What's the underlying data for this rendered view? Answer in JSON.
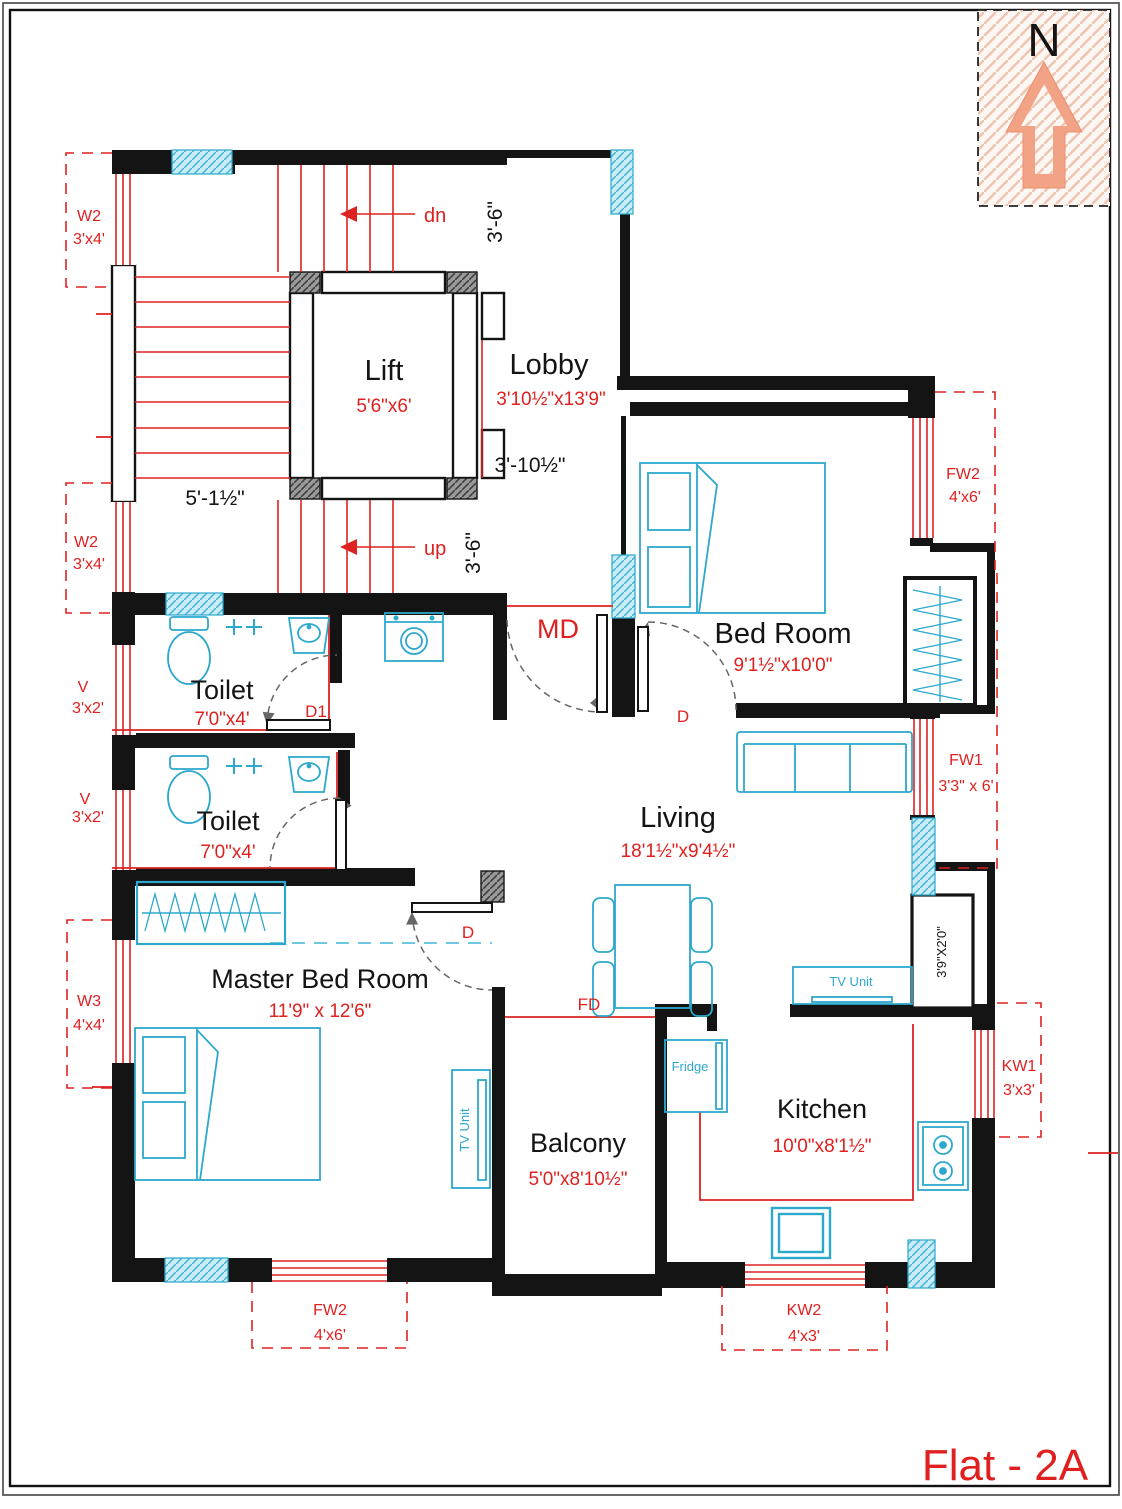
{
  "title": {
    "flat_label": "Flat - 2A"
  },
  "north": {
    "label": "N"
  },
  "rooms": {
    "lift": {
      "name": "Lift",
      "dims": "5'6\"x6'"
    },
    "lobby": {
      "name": "Lobby",
      "dims": "3'10½\"x13'9\""
    },
    "bedroom": {
      "name": "Bed Room",
      "dims": "9'1½\"x10'0\""
    },
    "toilet1": {
      "name": "Toilet",
      "dims": "7'0\"x4'"
    },
    "toilet2": {
      "name": "Toilet",
      "dims": "7'0\"x4'"
    },
    "living": {
      "name": "Living",
      "dims": "18'1½\"x9'4½\""
    },
    "master_bedroom": {
      "name": "Master Bed Room",
      "dims": "11'9\" x 12'6\""
    },
    "balcony": {
      "name": "Balcony",
      "dims": "5'0\"x8'10½\""
    },
    "kitchen": {
      "name": "Kitchen",
      "dims": "10'0\"x8'1½\""
    }
  },
  "stairs": {
    "down_label": "dn",
    "up_label": "up",
    "width_dim": "5'-1½\"",
    "landing_top_dim": "3'-6\"",
    "landing_bottom_dim": "3'-6\"",
    "lobby_clear_dim": "3'-10½\""
  },
  "doors": {
    "main": "MD",
    "bedroom": "D",
    "master_bedroom": "D",
    "toilet1": "D1",
    "balcony_french": "FD"
  },
  "windows": {
    "w2_top": {
      "code": "W2",
      "size": "3'x4'"
    },
    "w2_mid": {
      "code": "W2",
      "size": "3'x4'"
    },
    "v1": {
      "code": "V",
      "size": "3'x2'"
    },
    "v2": {
      "code": "V",
      "size": "3'x2'"
    },
    "w3": {
      "code": "W3",
      "size": "4'x4'"
    },
    "fw2_bedroom": {
      "code": "FW2",
      "size": "4'x6'"
    },
    "fw1": {
      "code": "FW1",
      "size": "3'3\" x 6'"
    },
    "kw1": {
      "code": "KW1",
      "size": "3'x3'"
    },
    "fw2_master": {
      "code": "FW2",
      "size": "4'x6'"
    },
    "kw2": {
      "code": "KW2",
      "size": "4'x3'"
    }
  },
  "furniture": {
    "fridge": "Fridge",
    "tv_unit_living": "TV Unit",
    "tv_unit_master": "TV Unit",
    "niche_dim": "3'9\"X2'0\""
  },
  "colors": {
    "wall": "#111111",
    "annotation_red": "#e01f1f",
    "fixture_cyan": "#2da8cd",
    "north_salmon": "#f2a285"
  }
}
